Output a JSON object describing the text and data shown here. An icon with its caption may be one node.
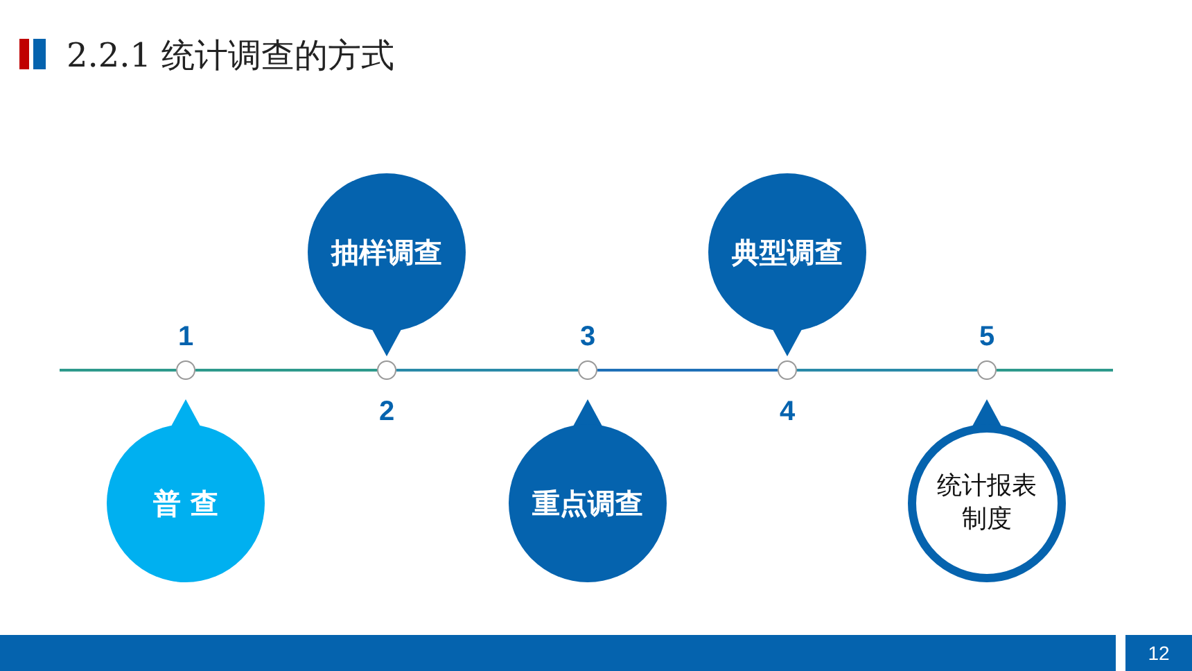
{
  "diagram": {
    "title": "2.2.1 统计调查的方式",
    "nodes": [
      {
        "text": [
          "普 查"
        ]
      },
      {
        "text": [
          "抽样调查"
        ]
      },
      {
        "text": [
          "重点调查"
        ]
      },
      {
        "text": [
          "典型调查"
        ]
      },
      {
        "text": [
          "统计报表制度"
        ]
      },
      {
        "text": [],
        "shape": "circle"
      },
      {
        "text": [],
        "shape": "circle"
      },
      {
        "text": [],
        "shape": "circle"
      },
      {
        "text": [],
        "shape": "circle"
      },
      {
        "text": [],
        "shape": "circle"
      }
    ],
    "edges": [
      {
        "from": 5,
        "to": 6,
        "arrow": "none"
      },
      {
        "from": 6,
        "to": 7,
        "arrow": "none"
      },
      {
        "from": 7,
        "to": 8,
        "arrow": "none"
      },
      {
        "from": 8,
        "to": 9,
        "arrow": "none"
      }
    ],
    "labels": [
      "1",
      "2",
      "3",
      "4",
      "5",
      "12"
    ]
  }
}
